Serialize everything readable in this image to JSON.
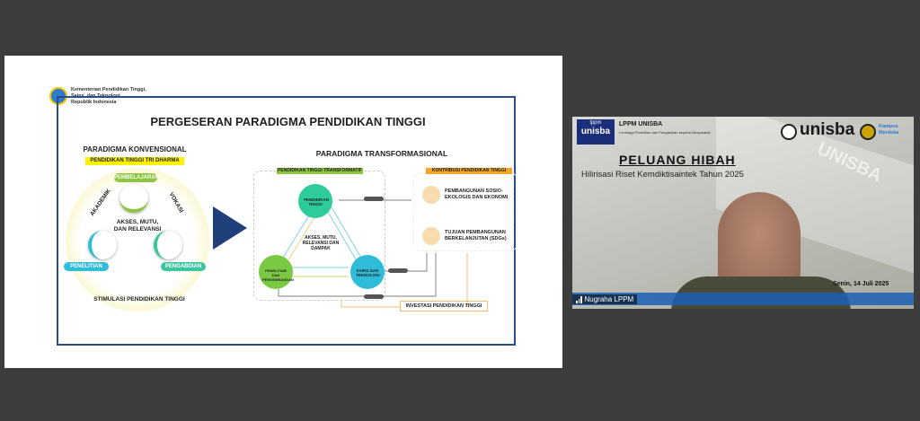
{
  "slide": {
    "ministry": [
      "Kementerian Pendidikan Tinggi,",
      "Sains, dan Teknologi",
      "Republik Indonesia"
    ],
    "title": "PERGESERAN PARADIGMA PENDIDIKAN TINGGI",
    "conventional": {
      "heading": "PARADIGMA KONVENSIONAL",
      "subheading": "PENDIDIKAN TINGGI TRI DHARMA",
      "top": "PEMBELAJARAN",
      "left": "PENELITIAN",
      "right": "PENGABDIAN",
      "arc_left": "AKADEMIK",
      "arc_right": "VOKASI",
      "center": "AKSES, MUTU, DAN RELEVANSI",
      "footer": "STIMULASI PENDIDIKAN TINGGI"
    },
    "transformational": {
      "heading": "PARADIGMA TRANSFORMASIONAL",
      "box_label": "PENDIDIKAN TINGGI TRANSFORMATIF",
      "top": "PENDIDIKAN TINGGI",
      "left": "PENELITIAN DAN PENGEMBANGAN",
      "right": "SAINS DAN TEKNOLOGI",
      "center": "AKSES, MUTU, RELEVANSI DAN DAMPAK",
      "contrib_label": "KONTRIBUSI PENDIDIKAN TINGGI",
      "contrib1": "PEMBANGUNAN SOSIO-EKOLOGIS DAN EKONOMI",
      "contrib2": "TUJUAN PEMBANGUNAN BERKELANJUTAN (SDGs)",
      "investment": "INVESTASI PENDIDIKAN TINGGI"
    }
  },
  "video": {
    "org": "LPPM UNISBA",
    "org_sub": "Lembaga Penelitian dan Pengabdian kepada Masyarakat",
    "logo_small": "lppm",
    "logo_main": "unisba",
    "brand": "unisba",
    "kampus": "Kampus Merdeka",
    "headline": "PELUANG HIBAH",
    "subtitle": "Hilirisasi Riset Kemdiktisaintek Tahun 2025",
    "date": "Senin, 14 Juli 2025",
    "participant": "Nugraha LPPM",
    "watermark": "UNISBA"
  },
  "colors": {
    "navy": "#1f3f7a",
    "green": "#8cc63f",
    "teal": "#3cc6c6",
    "cyan": "#2fbcd8",
    "orange": "#f5a623",
    "yellow": "#fff200"
  }
}
